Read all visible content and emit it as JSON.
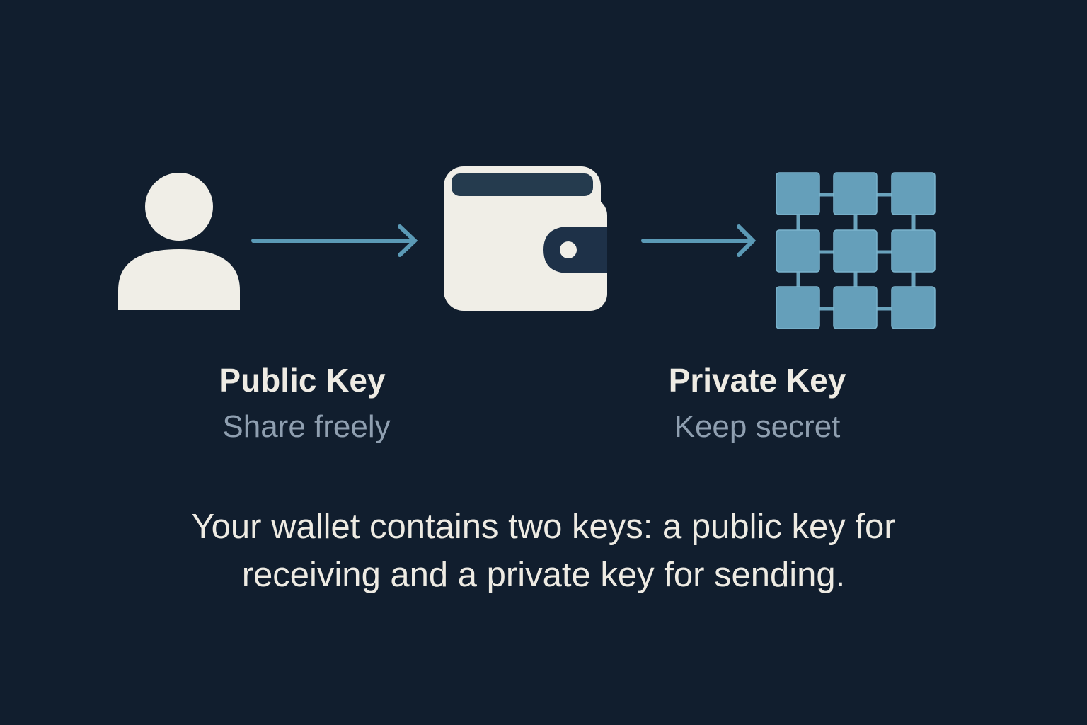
{
  "colors": {
    "background": "#111e2e",
    "light": "#f0eee7",
    "accent": "#5b9ab6",
    "grid": "#6aa3bd",
    "dark": "#1e3148"
  },
  "icons": [
    "user-icon",
    "arrow-right-icon",
    "wallet-icon",
    "arrow-right-icon",
    "key-grid-icon"
  ],
  "public_key": {
    "title": "Public Key",
    "subtitle": "Share freely"
  },
  "private_key": {
    "title": "Private Key",
    "subtitle": "Keep secret"
  },
  "caption": {
    "line1": "Your wallet contains two keys: a public key for",
    "line2": "receiving and a private key for sending."
  }
}
